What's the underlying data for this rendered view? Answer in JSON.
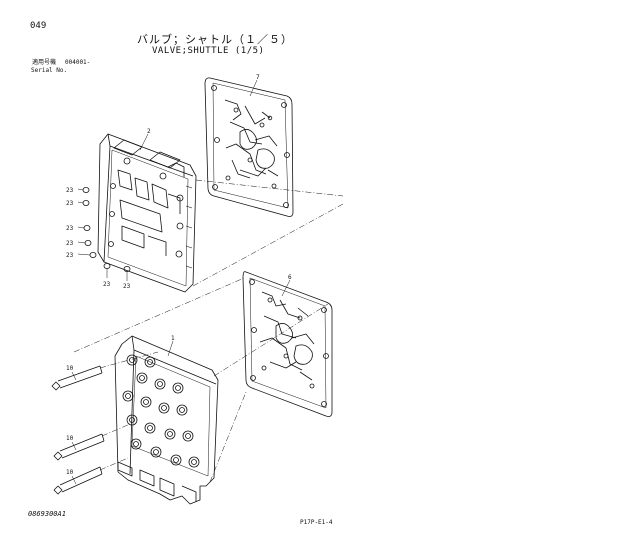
{
  "header": {
    "page_number": "049",
    "title_jp": "バルブ；シャトル（１／５）",
    "title_en": "VALVE;SHUTTLE (1/5)",
    "serial_label_jp": "適用号機",
    "serial_value": "004001-",
    "serial_label_en": "Serial No."
  },
  "callouts": {
    "part_1": "1",
    "part_2": "2",
    "part_6": "6",
    "part_7": "7",
    "part_10": "10",
    "part_23": "23"
  },
  "footer": {
    "doc_code": "0869300A1",
    "ref_code": "P17P-E1-4"
  },
  "colors": {
    "line": "#111111",
    "background": "#ffffff"
  }
}
